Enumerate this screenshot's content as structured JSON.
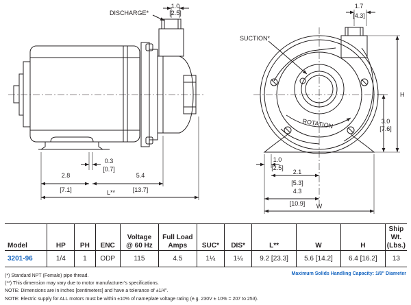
{
  "drawing": {
    "side_view": {
      "discharge_label": "DISCHARGE*",
      "dim_discharge": {
        "value": "1.0",
        "metric": "[2.5]"
      },
      "dim_28": {
        "value": "2.8",
        "metric": "[7.1]"
      },
      "dim_03": {
        "value": "0.3",
        "metric": "[0.7]"
      },
      "dim_54": {
        "value": "5.4",
        "metric": "[13.7]"
      },
      "dim_l": "L**"
    },
    "front_view": {
      "suction_label": "SUCTION*",
      "rotation_label": "ROTATION",
      "dim_17": {
        "value": "1.7",
        "metric": "[4.3]"
      },
      "dim_h": "H",
      "dim_30": {
        "value": "3.0",
        "metric": "[7.6]"
      },
      "dim_10": {
        "value": "1.0",
        "metric": "[2.5]"
      },
      "dim_21": {
        "value": "2.1",
        "metric": "[5.3]"
      },
      "dim_43": {
        "value": "4.3",
        "metric": "[10.9]"
      },
      "dim_w": "W"
    }
  },
  "table": {
    "headers": {
      "model": "Model",
      "hp": "HP",
      "ph": "PH",
      "enc": "ENC",
      "voltage_1": "Voltage",
      "voltage_2": "@ 60 Hz",
      "load_1": "Full Load",
      "load_2": "Amps",
      "suc": "SUC*",
      "dis": "DIS*",
      "l": "L**",
      "w": "W",
      "h": "H",
      "ship_1": "Ship Wt.",
      "ship_2": "(Lbs.)"
    },
    "row": {
      "model": "3201-96",
      "hp": "1/4",
      "ph": "1",
      "enc": "ODP",
      "voltage": "115",
      "amps": "4.5",
      "suc": "1¼",
      "dis": "1¼",
      "l": "9.2 [23.3]",
      "w": "5.6 [14.2]",
      "h": "6.4 [16.2]",
      "ship": "13"
    }
  },
  "notes": [
    "(*) Standard NPT (Female) pipe thread.",
    "(**) This dimension may vary due to motor manufacturer’s specifications.",
    "NOTE: Dimensions are in inches [centimeters] and have a tolerance of  ±1/4\".",
    "NOTE: Electric supply for ALL motors must be within  ±10% of nameplate voltage rating (e.g. 230V ± 10% = 207 to 253)."
  ],
  "capacity_note": "Maximum Solids Handling Capacity: 1/8\" Diameter",
  "colors": {
    "accent_blue": "#1565c0",
    "line": "#231f20"
  }
}
